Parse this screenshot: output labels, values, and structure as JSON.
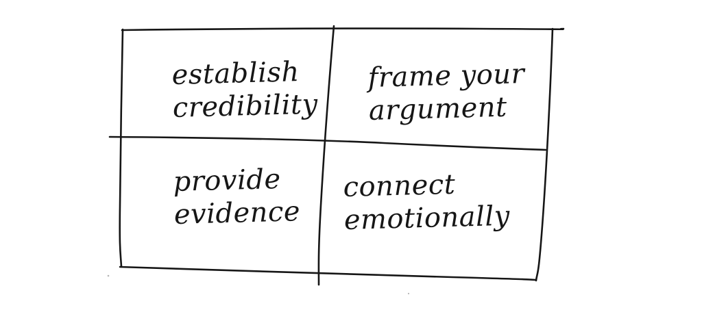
{
  "quadrants": {
    "top_left": {
      "line1": "establish",
      "line2": "credibility"
    },
    "top_right": {
      "line1": "frame your",
      "line2": "argument"
    },
    "bottom_left": {
      "line1": "provide",
      "line2": "evidence"
    },
    "bottom_right": {
      "line1": "connect",
      "line2": "emotionally"
    }
  },
  "colors": {
    "ink": "#161616",
    "paper": "#ffffff"
  }
}
